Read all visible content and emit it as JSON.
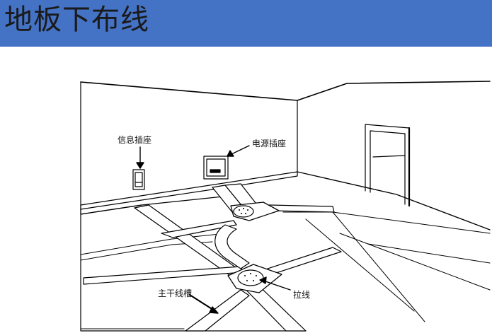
{
  "slide": {
    "title": "地板下布线"
  },
  "labels": {
    "info_socket": "信息插座",
    "power_socket": "电源插座",
    "main_trunk": "主干线槽",
    "pull_wire": "拉线"
  }
}
